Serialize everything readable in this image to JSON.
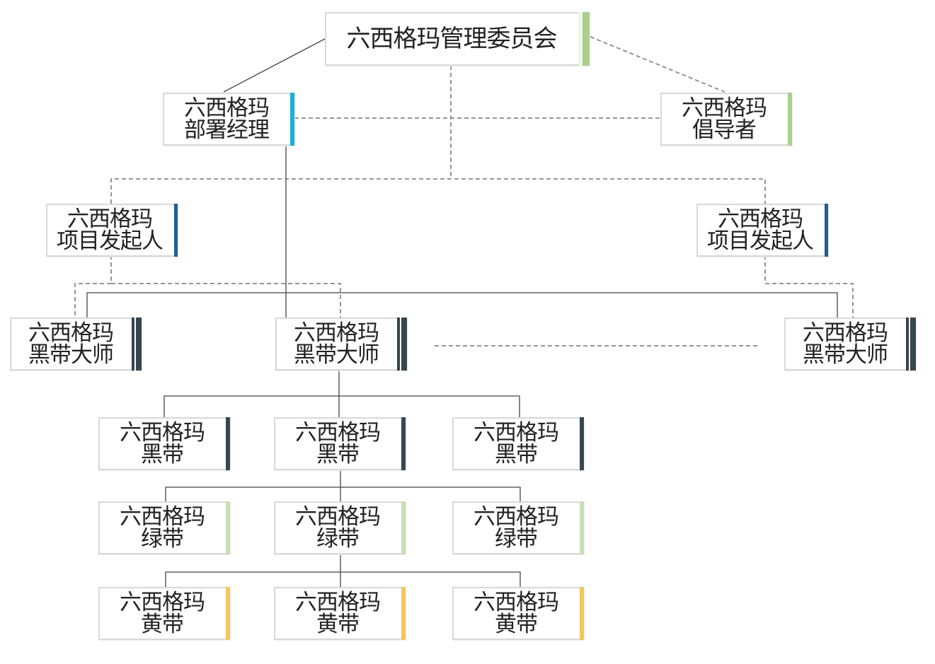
{
  "colors": {
    "green": "#a9d18e",
    "cyan": "#1cb0d8",
    "blue": "#1f5f93",
    "charcoal": "#37474f",
    "light_green": "#c7e0b4",
    "yellow": "#f2c75c",
    "line": "#444444",
    "dashed": "#8a8a8a"
  },
  "nodes": {
    "committee": {
      "line1": "六西格玛管理委员会"
    },
    "deployment_manager": {
      "line1": "六西格玛",
      "line2": "部署经理"
    },
    "champion": {
      "line1": "六西格玛",
      "line2": "倡导者"
    },
    "sponsor_left": {
      "line1": "六西格玛",
      "line2": "项目发起人"
    },
    "sponsor_right": {
      "line1": "六西格玛",
      "line2": "项目发起人"
    },
    "mbb_left": {
      "line1": "六西格玛",
      "line2": "黑带大师"
    },
    "mbb_center": {
      "line1": "六西格玛",
      "line2": "黑带大师"
    },
    "mbb_right": {
      "line1": "六西格玛",
      "line2": "黑带大师"
    },
    "bb_1": {
      "line1": "六西格玛",
      "line2": "黑带"
    },
    "bb_2": {
      "line1": "六西格玛",
      "line2": "黑带"
    },
    "bb_3": {
      "line1": "六西格玛",
      "line2": "黑带"
    },
    "gb_1": {
      "line1": "六西格玛",
      "line2": "绿带"
    },
    "gb_2": {
      "line1": "六西格玛",
      "line2": "绿带"
    },
    "gb_3": {
      "line1": "六西格玛",
      "line2": "绿带"
    },
    "yb_1": {
      "line1": "六西格玛",
      "line2": "黄带"
    },
    "yb_2": {
      "line1": "六西格玛",
      "line2": "黄带"
    },
    "yb_3": {
      "line1": "六西格玛",
      "line2": "黄带"
    }
  }
}
